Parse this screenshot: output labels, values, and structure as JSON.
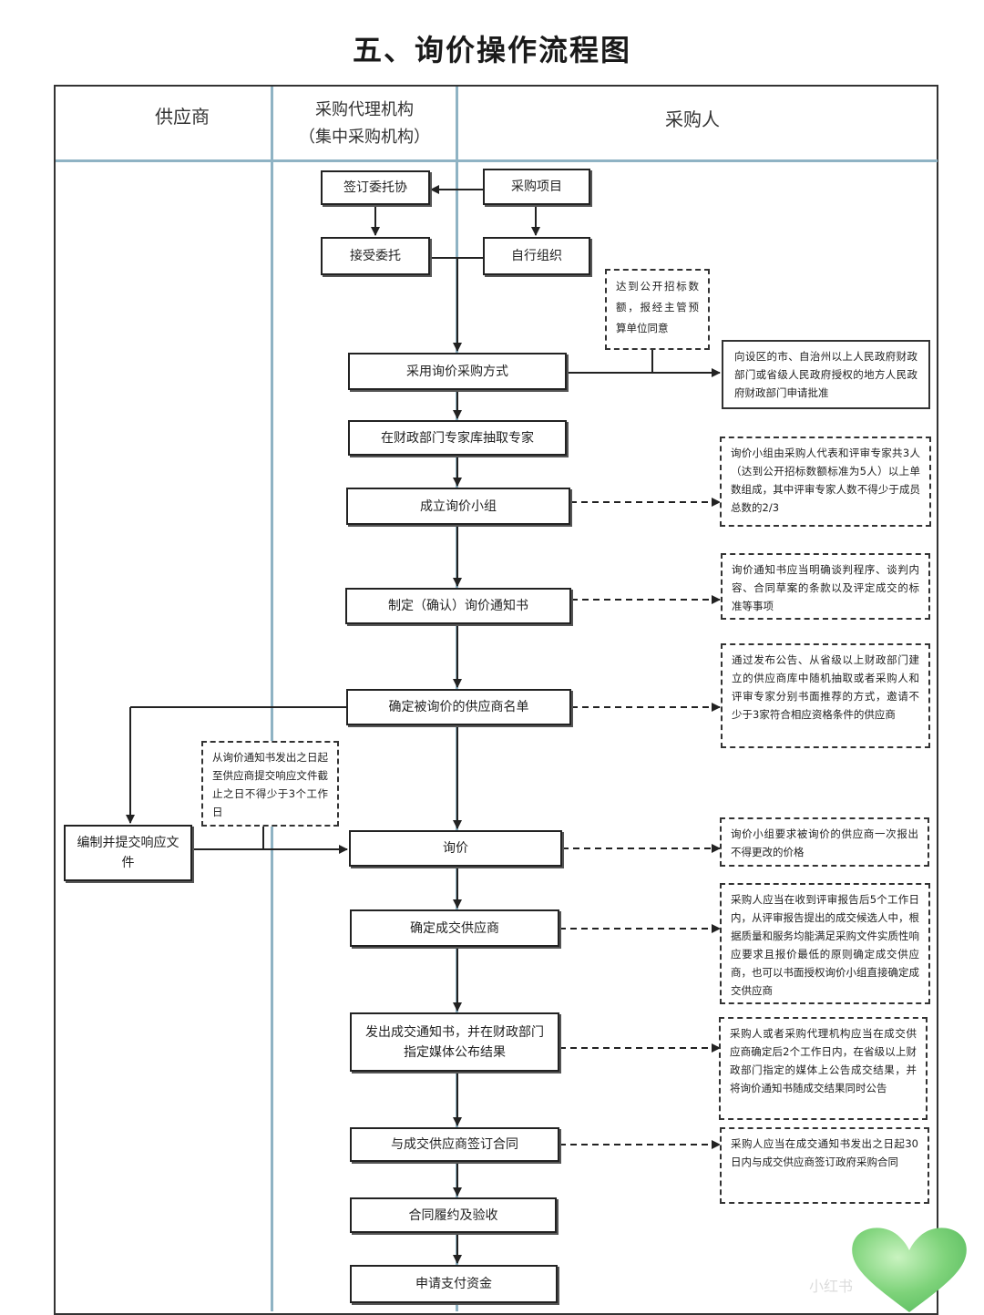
{
  "title": "五、询价操作流程图",
  "lanes": {
    "supplier": "供应商",
    "agency_line1": "采购代理机构",
    "agency_line2": "（集中采购机构）",
    "purchaser": "采购人"
  },
  "boxes": {
    "sign_entrust": "签订委托协",
    "purchase_project": "采购项目",
    "accept_entrust": "接受委托",
    "self_organize": "自行组织",
    "adopt_inquiry": "采用询价采购方式",
    "draw_experts": "在财政部门专家库抽取专家",
    "form_group": "成立询价小组",
    "draft_notice": "制定（确认）询价通知书",
    "determine_list": "确定被询价的供应商名单",
    "prepare_response": "编制并提交响应文件",
    "inquiry": "询价",
    "determine_winner": "确定成交供应商",
    "issue_notice": "发出成交通知书，并在财政部门指定媒体公布结果",
    "sign_contract": "与成交供应商签订合同",
    "perform_accept": "合同履约及验收",
    "apply_payment": "申请支付资金"
  },
  "notes": {
    "threshold": "达到公开招标数额，报经主管预算单位同意",
    "approval": "向设区的市、自治州以上人民政府财政部门或省级人民政府授权的地方人民政府财政部门申请批准",
    "group_composition": "询价小组由采购人代表和评审专家共3人（达到公开招标数额标准为5人）以上单数组成，其中评审专家人数不得少于成员总数的2/3",
    "notice_content": "询价通知书应当明确谈判程序、谈判内容、合同草案的条款以及评定成交的标准等事项",
    "supplier_selection": "通过发布公告、从省级以上财政部门建立的供应商库中随机抽取或者采购人和评审专家分别书面推荐的方式，邀请不少于3家符合相应资格条件的供应商",
    "response_period": "从询价通知书发出之日起至供应商提交响应文件截止之日不得少于3个工作日",
    "one_time_quote": "询价小组要求被询价的供应商一次报出不得更改的价格",
    "winner_rule": "采购人应当在收到评审报告后5个工作日内，从评审报告提出的成交候选人中，根据质量和服务均能满足采购文件实质性响应要求且报价最低的原则确定成交供应商，也可以书面授权询价小组直接确定成交供应商",
    "announce_rule": "采购人或者采购代理机构应当在成交供应商确定后2个工作日内，在省级以上财政部门指定的媒体上公告成交结果，并将询价通知书随成交结果同时公告",
    "contract_rule": "采购人应当在成交通知书发出之日起30日内与成交供应商签订政府采购合同"
  },
  "watermark": "小红书",
  "colors": {
    "lane_line": "#8fb3c4",
    "border": "#222222",
    "heart": "#7ed37a"
  }
}
